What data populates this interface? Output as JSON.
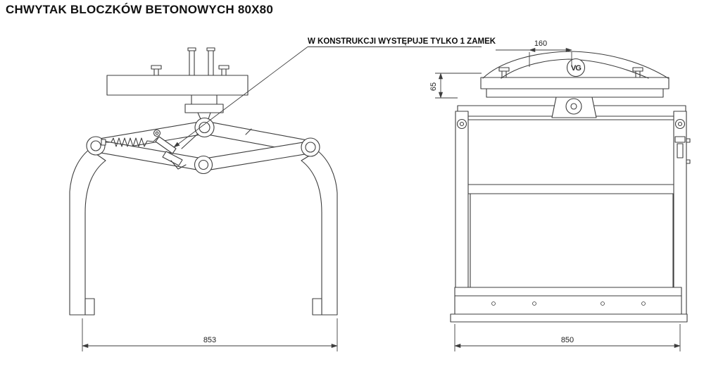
{
  "page": {
    "title": "CHWYTAK BLOCZKÓW BETONOWYCH 80X80"
  },
  "annotation": {
    "text": "W KONSTRUKCJI WYSTĘPUJE TYLKO 1 ZAMEK"
  },
  "logo": {
    "text": "VG"
  },
  "dimensions": {
    "front_overall_width": "853",
    "side_overall_width": "850",
    "side_top_width": "160",
    "side_plate_height": "65"
  },
  "colors": {
    "line": "#3d3d3d",
    "background": "#ffffff"
  }
}
